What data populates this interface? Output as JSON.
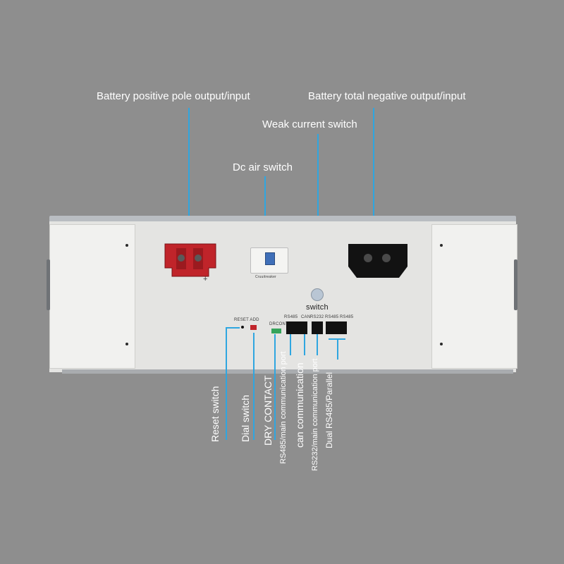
{
  "labels": {
    "positive": "Battery positive pole output/input",
    "negative": "Battery total negative output/input",
    "weak_switch": "Weak current switch",
    "dc_switch": "Dc air switch",
    "reset": "Reset switch",
    "dial": "Dial switch",
    "dry": "DRY CONTACT",
    "rs485_main": "RS485/main communication port",
    "can": "can communication",
    "rs232_main": "RS232/main communication port",
    "dual_rs485": "Dual RS485/Parallel"
  },
  "panel": {
    "switch_text": "switch",
    "reset_add": "RESET ADD",
    "dry_contact": "DRCONTACT",
    "rs485_left": "RS485",
    "can": "CAN",
    "rs232": "RS232",
    "rs485_a": "RS485",
    "rs485_b": "RS485",
    "breaker_text": "Cruuitreaker",
    "plus": "+",
    "minus": "−"
  },
  "colors": {
    "background": "#8e8e8e",
    "leader": "#2fa6e0",
    "positive_terminal": "#c0242a",
    "negative_terminal": "#121212"
  }
}
